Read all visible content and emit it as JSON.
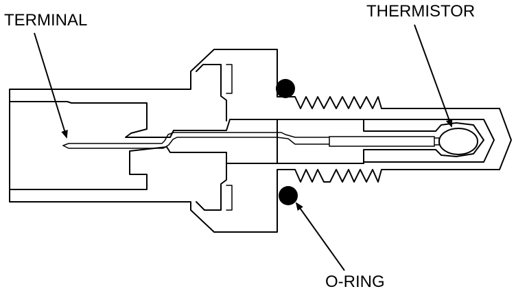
{
  "labels": {
    "terminal": "TERMINAL",
    "thermistor": "THERMISTOR",
    "o_ring": "O-RING"
  },
  "colors": {
    "line": "#000000",
    "background": "#ffffff"
  }
}
